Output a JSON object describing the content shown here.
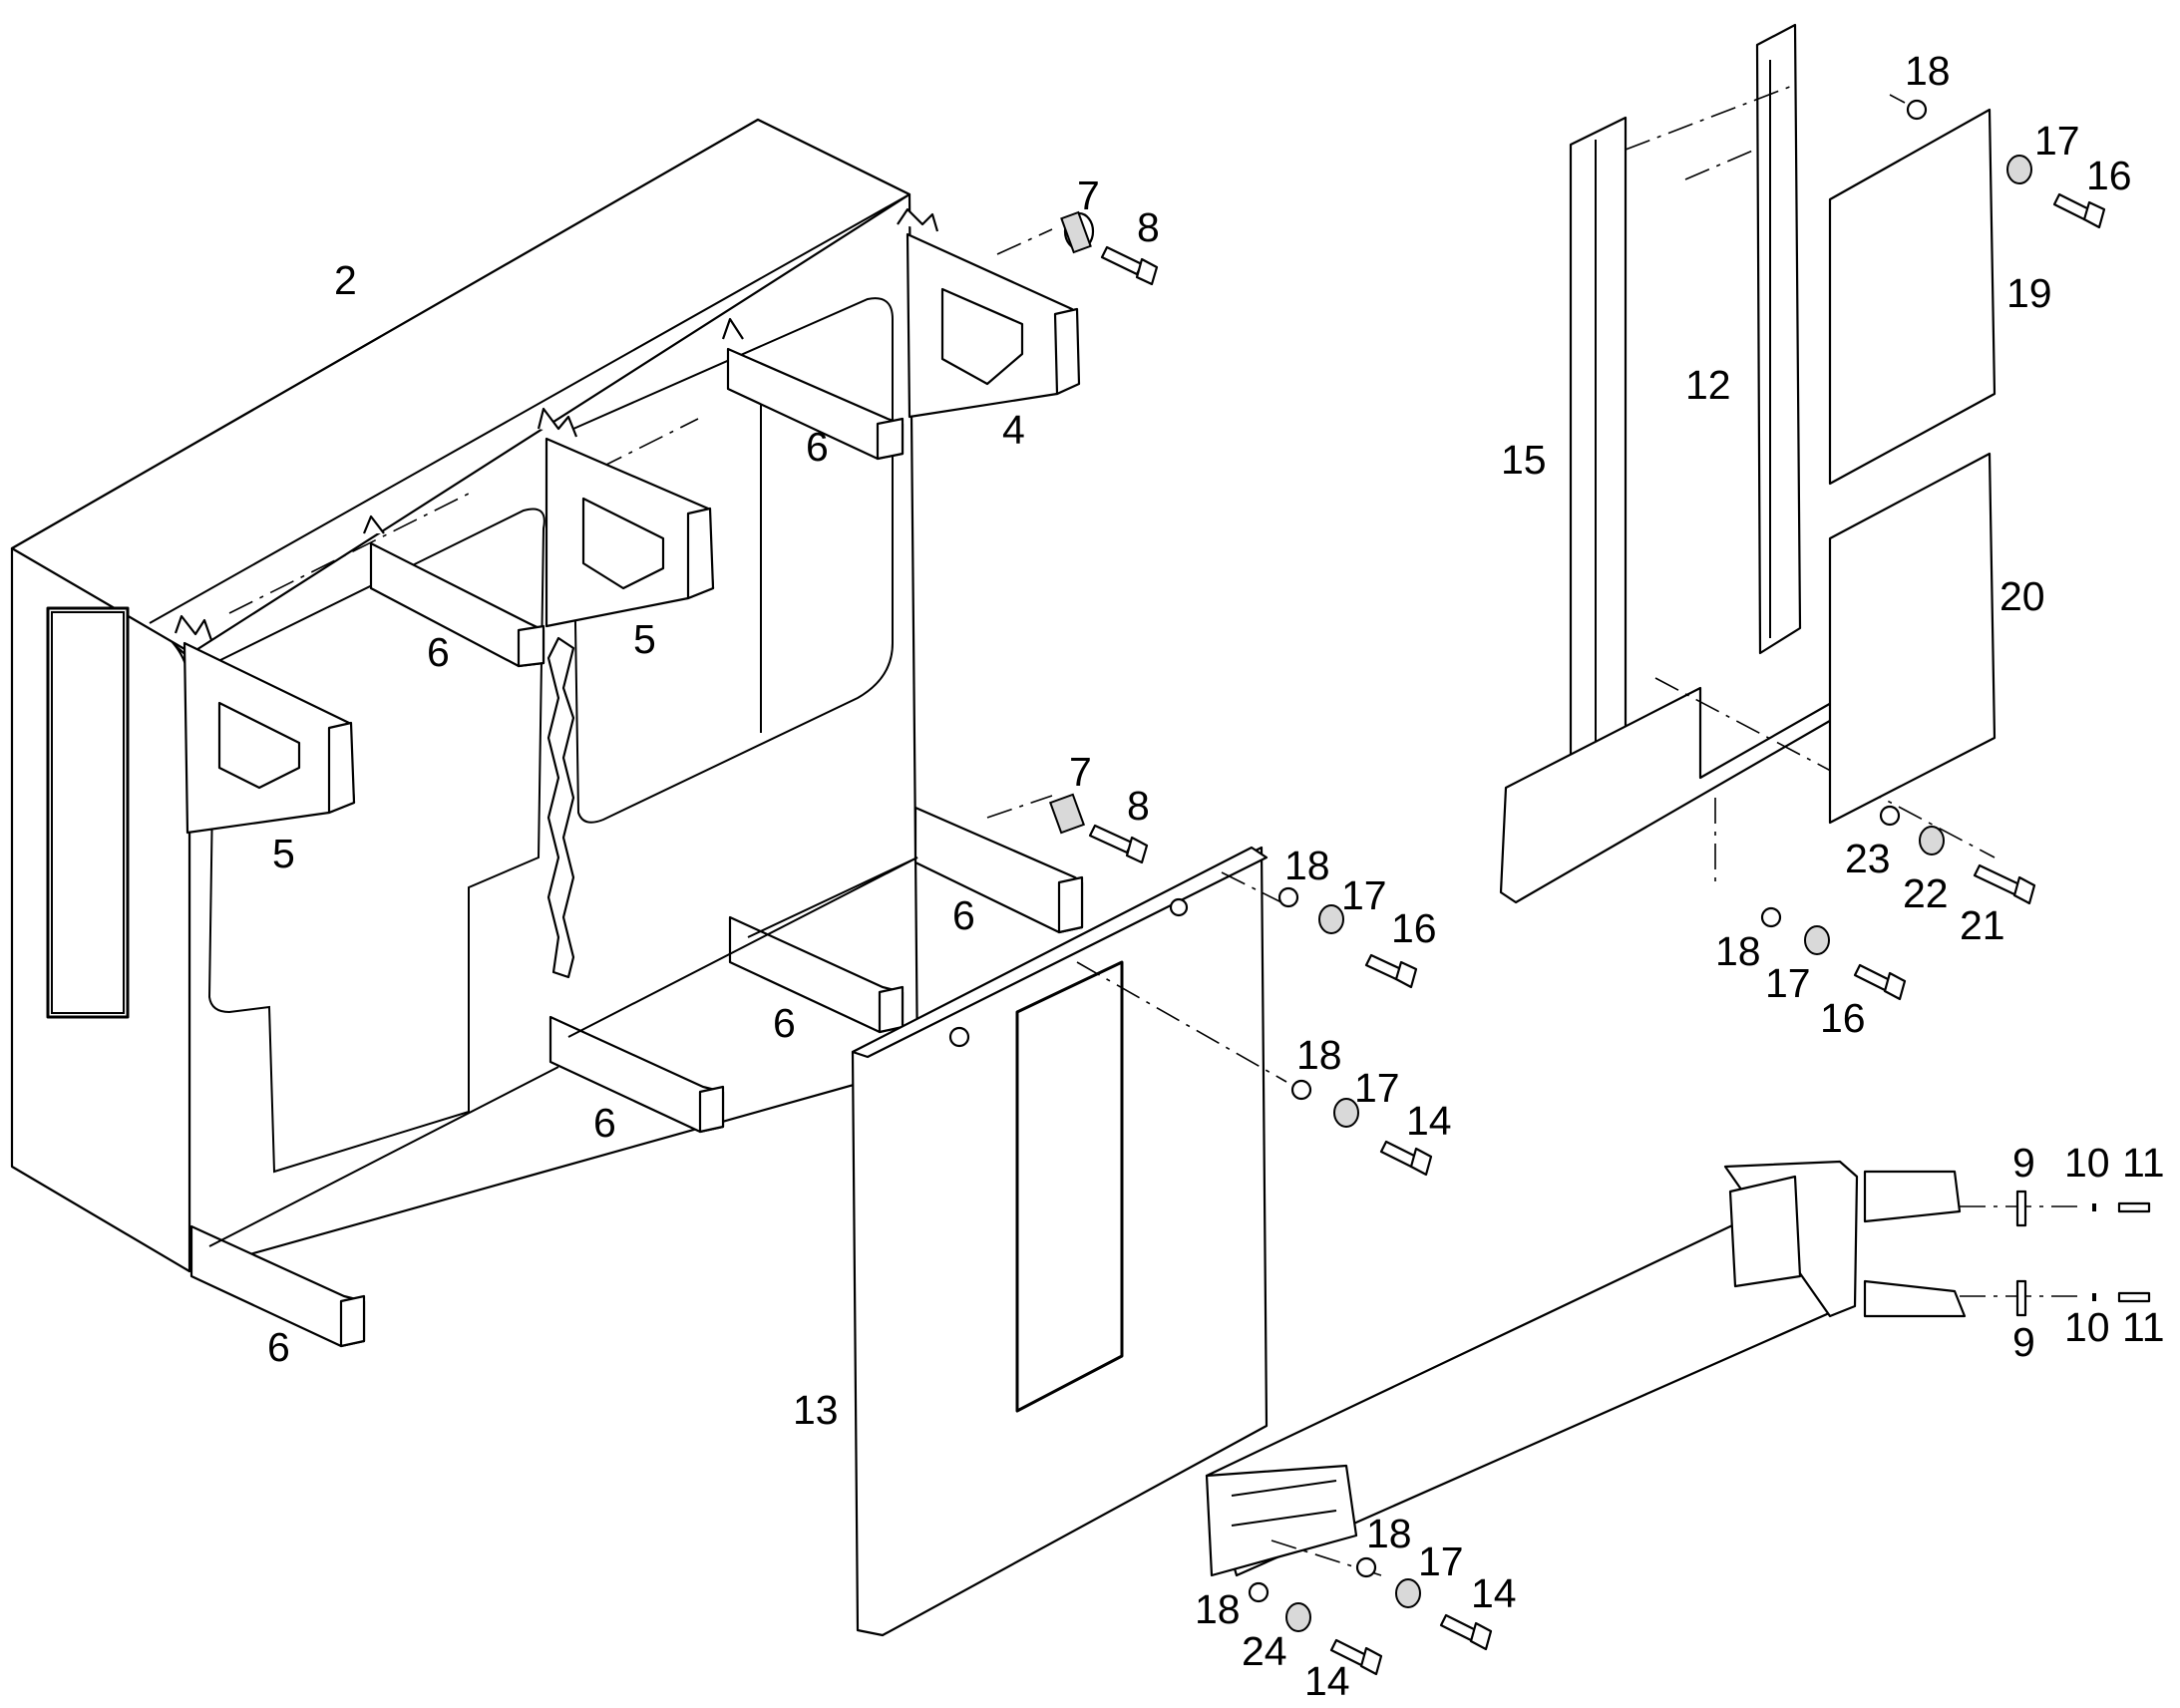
{
  "diagram": {
    "type": "exploded-parts-view",
    "callouts": [
      {
        "id": "c2",
        "text": "2"
      },
      {
        "id": "c4",
        "text": "4"
      },
      {
        "id": "c5a",
        "text": "5"
      },
      {
        "id": "c5b",
        "text": "5"
      },
      {
        "id": "c6a",
        "text": "6"
      },
      {
        "id": "c6b",
        "text": "6"
      },
      {
        "id": "c6c",
        "text": "6"
      },
      {
        "id": "c6d",
        "text": "6"
      },
      {
        "id": "c6e",
        "text": "6"
      },
      {
        "id": "c6f",
        "text": "6"
      },
      {
        "id": "c7a",
        "text": "7"
      },
      {
        "id": "c8a",
        "text": "8"
      },
      {
        "id": "c7b",
        "text": "7"
      },
      {
        "id": "c8b",
        "text": "8"
      },
      {
        "id": "c18a",
        "text": "18"
      },
      {
        "id": "c17a",
        "text": "17"
      },
      {
        "id": "c16a",
        "text": "16"
      },
      {
        "id": "c18b",
        "text": "18"
      },
      {
        "id": "c17b",
        "text": "17"
      },
      {
        "id": "c14a",
        "text": "14"
      },
      {
        "id": "c13",
        "text": "13"
      },
      {
        "id": "c15",
        "text": "15"
      },
      {
        "id": "c12",
        "text": "12"
      },
      {
        "id": "c18c",
        "text": "18"
      },
      {
        "id": "c17c",
        "text": "17"
      },
      {
        "id": "c16b",
        "text": "16"
      },
      {
        "id": "c19",
        "text": "19"
      },
      {
        "id": "c20",
        "text": "20"
      },
      {
        "id": "c23",
        "text": "23"
      },
      {
        "id": "c22",
        "text": "22"
      },
      {
        "id": "c21",
        "text": "21"
      },
      {
        "id": "c18d",
        "text": "18"
      },
      {
        "id": "c17d",
        "text": "17"
      },
      {
        "id": "c16c",
        "text": "16"
      },
      {
        "id": "c9a",
        "text": "9"
      },
      {
        "id": "c10a",
        "text": "10"
      },
      {
        "id": "c11a",
        "text": "11"
      },
      {
        "id": "c9b",
        "text": "9"
      },
      {
        "id": "c10b",
        "text": "10"
      },
      {
        "id": "c11b",
        "text": "11"
      },
      {
        "id": "c18e",
        "text": "18"
      },
      {
        "id": "c17e",
        "text": "17"
      },
      {
        "id": "c14b",
        "text": "14"
      },
      {
        "id": "c18f",
        "text": "18"
      },
      {
        "id": "c24",
        "text": "24"
      },
      {
        "id": "c14c",
        "text": "14"
      }
    ]
  }
}
